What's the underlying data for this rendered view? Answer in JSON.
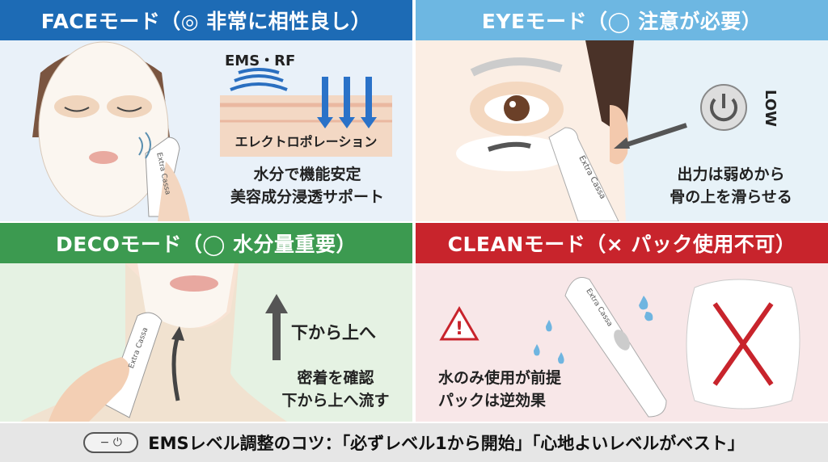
{
  "colors": {
    "face": "#1d6bb5",
    "eye": "#6db7e2",
    "deco": "#3c9a50",
    "clean": "#c8242c"
  },
  "face": {
    "title": "FACEモード（◎ 非常に相性良し）",
    "label": "EMS・RF",
    "band": "エレクトロポレーション",
    "line1": "水分で機能安定",
    "line2": "美容成分浸透サポート",
    "device_brand": "Extra Cassa"
  },
  "eye": {
    "title": "EYEモード（◯ 注意が必要）",
    "power_label": "LOW",
    "line1": "出力は弱めから",
    "line2": "骨の上を滑らせる",
    "device_brand": "Extra Cassa",
    "icon": "power-icon"
  },
  "deco": {
    "title": "DECOモード（◯ 水分量重要）",
    "arrow_label": "下から上へ",
    "line1": "密着を確認",
    "line2": "下から上へ流す",
    "device_brand": "Extra Cassa"
  },
  "clean": {
    "title": "CLEANモード（× パック使用不可）",
    "line1": "水のみ使用が前提",
    "line2": "パックは逆効果",
    "device_brand": "Extra Cassa",
    "icon": "warning-icon"
  },
  "footer": {
    "tip": "EMSレベル調整のコツ：「必ずレベル1から開始」「心地よいレベルがベスト」",
    "pill": "− ⏻"
  }
}
